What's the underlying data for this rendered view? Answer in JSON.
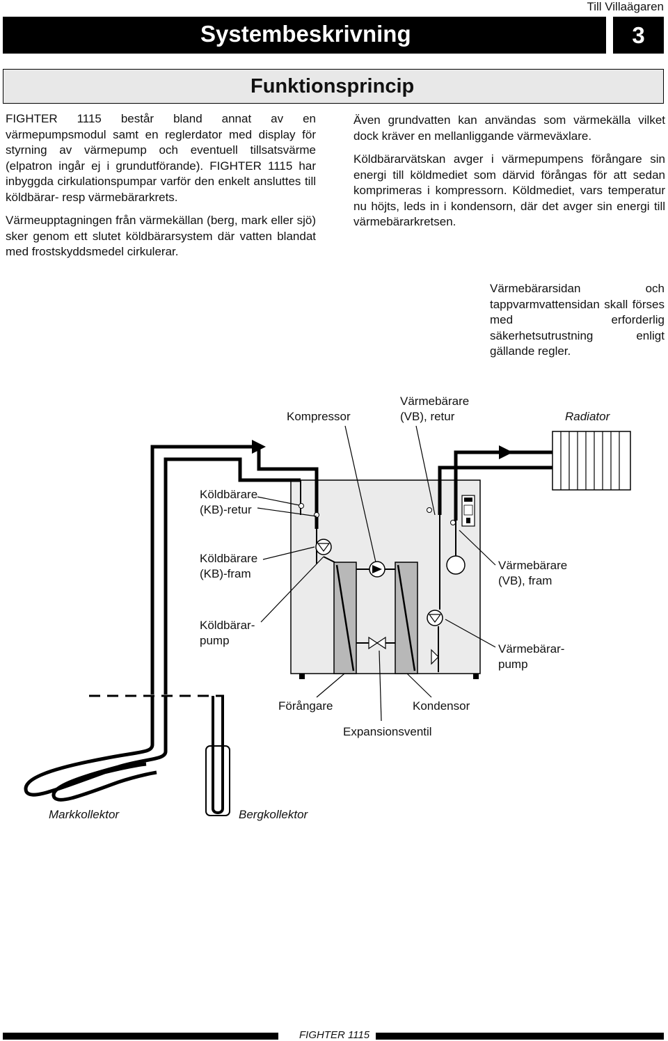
{
  "header": {
    "audience": "Till Villaägaren",
    "title": "Systembeskrivning",
    "page_number": "3",
    "section": "Funktionsprincip"
  },
  "left_column": {
    "p1": "FIGHTER 1115 består bland annat av en värmepumpsmodul samt en reglerdator med display för styrning av värmepump och eventuell tillsatsvärme (elpatron ingår ej i grundutförande). FIGHTER 1115 har inbyggda cirkulationspumpar varför den enkelt ansluttes till köldbärar- resp värmebärarkrets.",
    "p2": "Värmeupptagningen från värmekällan (berg, mark eller sjö) sker genom ett slutet köldbärarsystem där vatten blandat med frostskyddsmedel cirkulerar."
  },
  "right_column": {
    "p1": "Även grundvatten kan användas som värmekälla vilket dock kräver en mellanliggande värmeväxlare.",
    "p2": "Köldbärarvätskan avger i värmepumpens förångare sin energi till köldmediet som därvid förångas för att sedan komprimeras i kompressorn. Köldmediet, vars temperatur nu höjts, leds in i kondensorn, där det avger sin energi till värmebärarkretsen."
  },
  "note": "Värmebärarsidan och tappvarmvattensidan skall förses med erforderlig säkerhetsutrustning enligt gällande regler.",
  "diagram": {
    "labels": {
      "kompressor": "Kompressor",
      "vb_retur_1": "Värmebärare",
      "vb_retur_2": "(VB), retur",
      "radiator": "Radiator",
      "kb_retur_1": "Köldbärare",
      "kb_retur_2": "(KB)-retur",
      "kb_fram_1": "Köldbärare",
      "kb_fram_2": "(KB)-fram",
      "kb_pump_1": "Köldbärar-",
      "kb_pump_2": "pump",
      "vb_fram_1": "Värmebärare",
      "vb_fram_2": "(VB), fram",
      "vb_pump_1": "Värmebärar-",
      "vb_pump_2": "pump",
      "forangare": "Förångare",
      "kondensor": "Kondensor",
      "expansionsventil": "Expansionsventil",
      "markkollektor": "Markkollektor",
      "bergkollektor": "Bergkollektor"
    }
  },
  "footer": {
    "product": "FIGHTER 1115"
  }
}
